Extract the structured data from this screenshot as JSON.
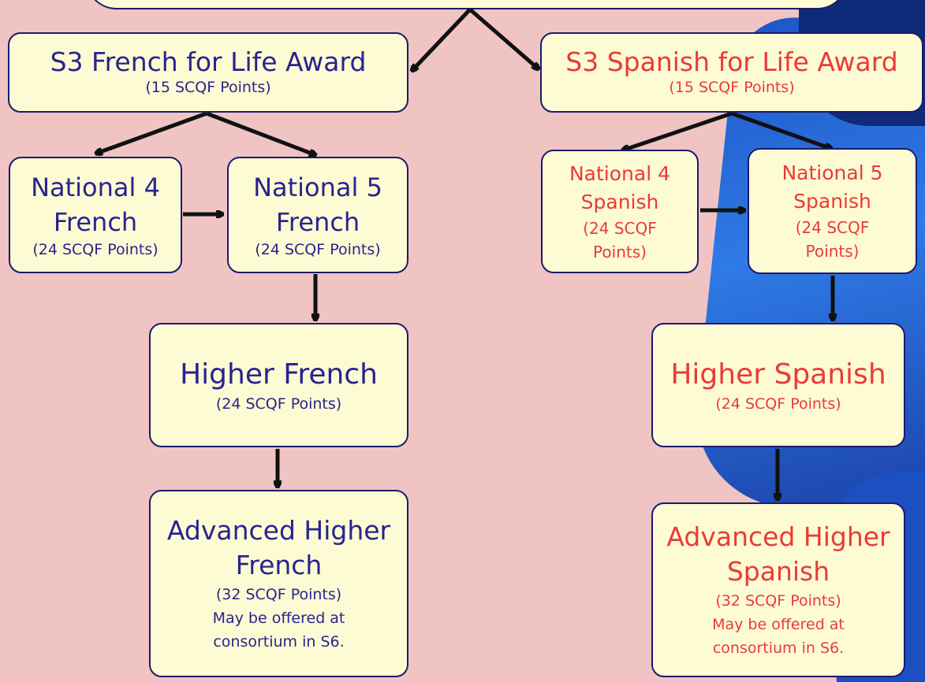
{
  "colors": {
    "french_text": "#28248f",
    "spanish_text": "#ea3a3a",
    "box_fill": "#fdfbd3",
    "box_border": "#1c1a6e",
    "background": "#efc4c2",
    "arrow": "#111111"
  },
  "french": {
    "award": {
      "title": "S3 French for Life Award",
      "points": "(15 SCQF Points)"
    },
    "nat4": {
      "title": "National 4 French",
      "points": "(24 SCQF Points)"
    },
    "nat5": {
      "title": "National 5 French",
      "points": "(24 SCQF Points)"
    },
    "higher": {
      "title": "Higher French",
      "points": "(24 SCQF Points)"
    },
    "advanced": {
      "title_line1": "Advanced Higher",
      "title_line2": "French",
      "points": "(32 SCQF Points)",
      "note_line1": "May be offered at",
      "note_line2": "consortium in S6."
    }
  },
  "spanish": {
    "award": {
      "title": "S3 Spanish for Life Award",
      "points": "(15 SCQF Points)"
    },
    "nat4": {
      "title_line1": "National 4",
      "title_line2": "Spanish",
      "points_line1": "(24 SCQF",
      "points_line2": "Points)"
    },
    "nat5": {
      "title_line1": "National 5",
      "title_line2": "Spanish",
      "points_line1": "(24 SCQF",
      "points_line2": "Points)"
    },
    "higher": {
      "title": "Higher Spanish",
      "points": "(24 SCQF Points)"
    },
    "advanced": {
      "title_line1": "Advanced Higher",
      "title_line2": "Spanish",
      "points": "(32 SCQF Points)",
      "note_line1": "May be offered at",
      "note_line2": "consortium in S6."
    }
  }
}
